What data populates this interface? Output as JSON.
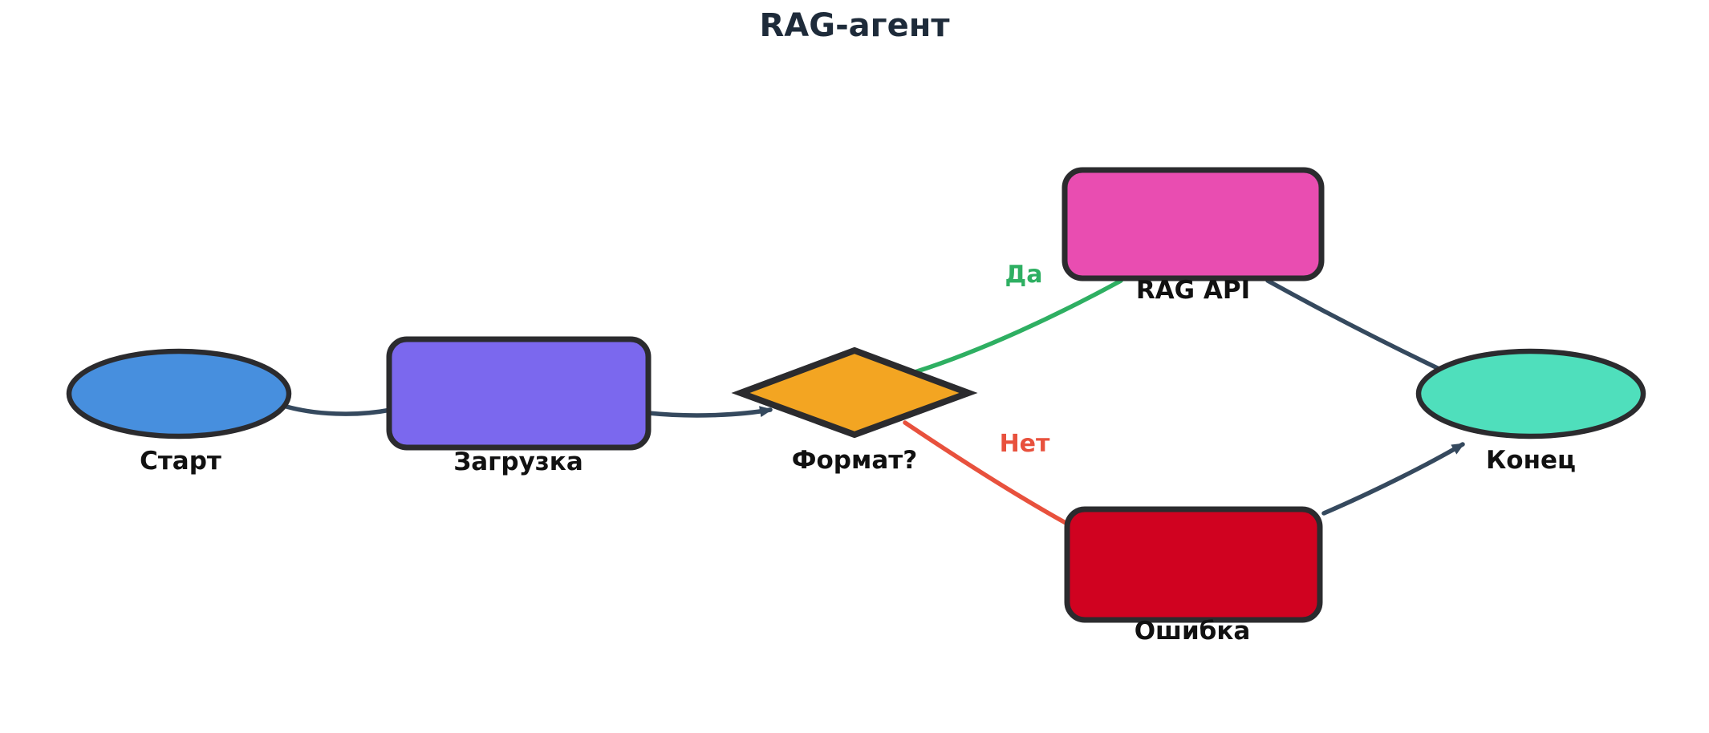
{
  "title": {
    "text": "RAG-агент",
    "color": "#1E2B3A"
  },
  "diagram": {
    "nodes": {
      "start": {
        "label": "Старт",
        "shape": "ellipse",
        "fill": "#478FDE"
      },
      "load": {
        "label": "Загрузка",
        "shape": "rounded-rect",
        "fill": "#7B68EE"
      },
      "format": {
        "label": "Формат?",
        "shape": "diamond",
        "fill": "#F3A522"
      },
      "ragapi": {
        "label": "RAG API",
        "shape": "rounded-rect",
        "fill": "#E94DB1"
      },
      "error": {
        "label": "Ошибка",
        "shape": "rounded-rect",
        "fill": "#D00220"
      },
      "end": {
        "label": "Конец",
        "shape": "ellipse",
        "fill": "#4FDFBC"
      }
    },
    "edges": {
      "start_load": {
        "from": "Старт",
        "to": "Загрузка",
        "label": "",
        "color": "#35495E"
      },
      "load_format": {
        "from": "Загрузка",
        "to": "Формат?",
        "label": "",
        "color": "#35495E"
      },
      "format_ragapi": {
        "from": "Формат?",
        "to": "RAG API",
        "label": "Да",
        "color": "#2EAF62"
      },
      "format_error": {
        "from": "Формат?",
        "to": "Ошибка",
        "label": "Нет",
        "color": "#E8513D"
      },
      "ragapi_end": {
        "from": "RAG API",
        "to": "Конец",
        "label": "",
        "color": "#35495E"
      },
      "error_end": {
        "from": "Ошибка",
        "to": "Конец",
        "label": "",
        "color": "#35495E"
      }
    }
  },
  "style": {
    "background": "#FFFFFF",
    "node_border": "#2B2B2E",
    "label_color": "#111111",
    "edge_color": "#35495E"
  }
}
